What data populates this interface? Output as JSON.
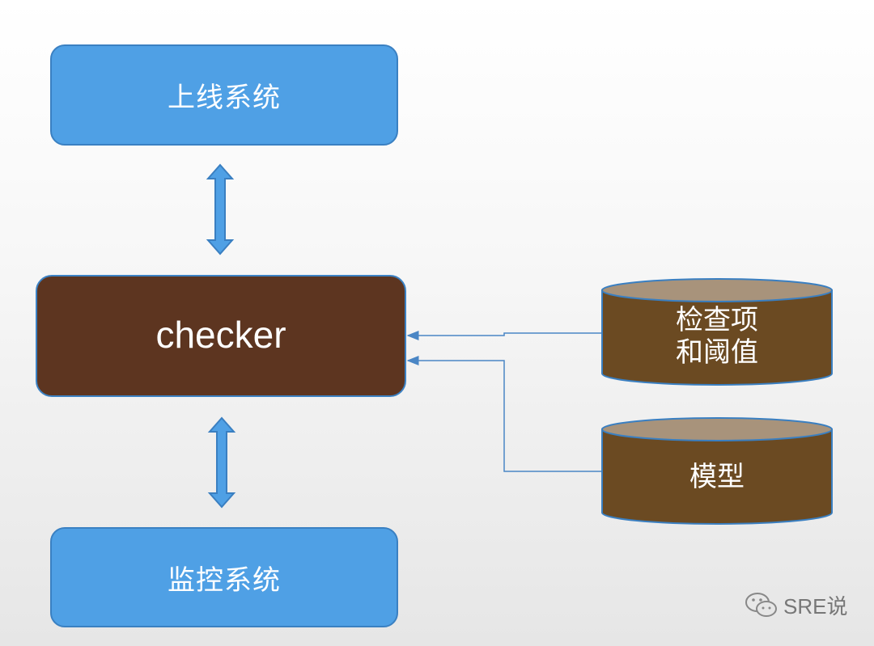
{
  "nodes": {
    "deploy_system": "上线系统",
    "checker": "checker",
    "monitor_system": "监控系统",
    "checks_line1": "检查项",
    "checks_line2": "和阈值",
    "model": "模型"
  },
  "watermark": "SRE说",
  "colors": {
    "blue_box": "#4fa0e5",
    "checker_box": "#5d3520",
    "cylinder": "#6b4a22",
    "cylinder_top": "#a8937b",
    "arrow": "#4a86c5"
  },
  "icons": {
    "double_arrow": "double-arrow-icon",
    "watermark": "wechat-icon"
  }
}
